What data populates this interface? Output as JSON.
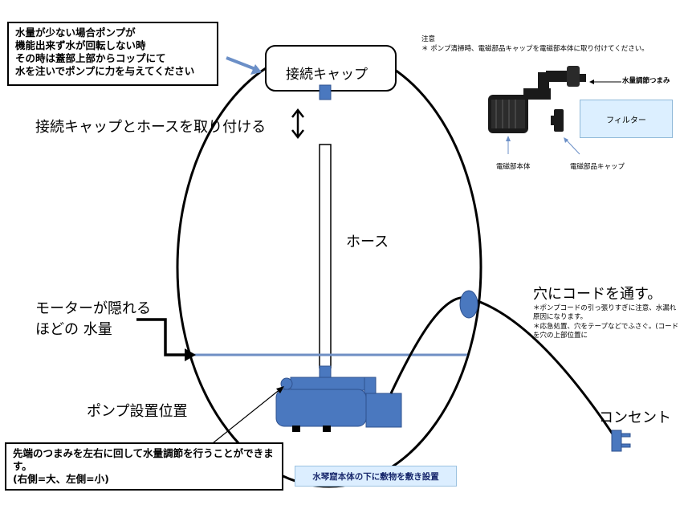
{
  "callout_top": {
    "lines": [
      "水量が少ない場合ポンプが",
      "機能出来ず水が回転しない時",
      "その時は蓋部上部からコップにて",
      "水を注いでポンプに力を与えてください"
    ]
  },
  "connection_cap_label": "接続キャップ",
  "attach_label": "接続キャップとホースを取り付ける",
  "hose_label": "ホース",
  "water_level_label": [
    "モーターが隠れる",
    "ほどの 水量"
  ],
  "pump_position_label": "ポンプ設置位置",
  "cord_label": "穴にコードを通す。",
  "cord_notes": [
    "＊ポンプコードの引っ張りすぎに注意、水漏れ",
    "原因になります。",
    "＊応急処置、穴をテープなどでふさぐ。(コード",
    "を穴の上部位置に"
  ],
  "outlet_label": "コンセント",
  "callout_bottom": {
    "lines": [
      "先端のつまみを左右に回して水量調節を行うことができます。",
      "(右側=大、左側=小)"
    ]
  },
  "bottom_note": "水琴窟本体の下に敷物を敷き設置",
  "attention": {
    "title": "注意",
    "text": "＊ ポンプ清掃時、電磁部品キャップを電磁部本体に取り付けてください。"
  },
  "photo_labels": {
    "flow_knob": "水量調節つまみ",
    "filter": "フィルター",
    "magnet_body": "電磁部本体",
    "magnet_cap": "電磁部品キャップ"
  },
  "colors": {
    "pump_blue": "#4a78bf",
    "pump_stroke": "#2f528f",
    "water_line": "#6f8fc4",
    "arrow_blue": "#6b8fc7"
  },
  "icons": {
    "double_arrow": "double-arrow-icon",
    "pointer_arrow": "arrow-icon"
  }
}
